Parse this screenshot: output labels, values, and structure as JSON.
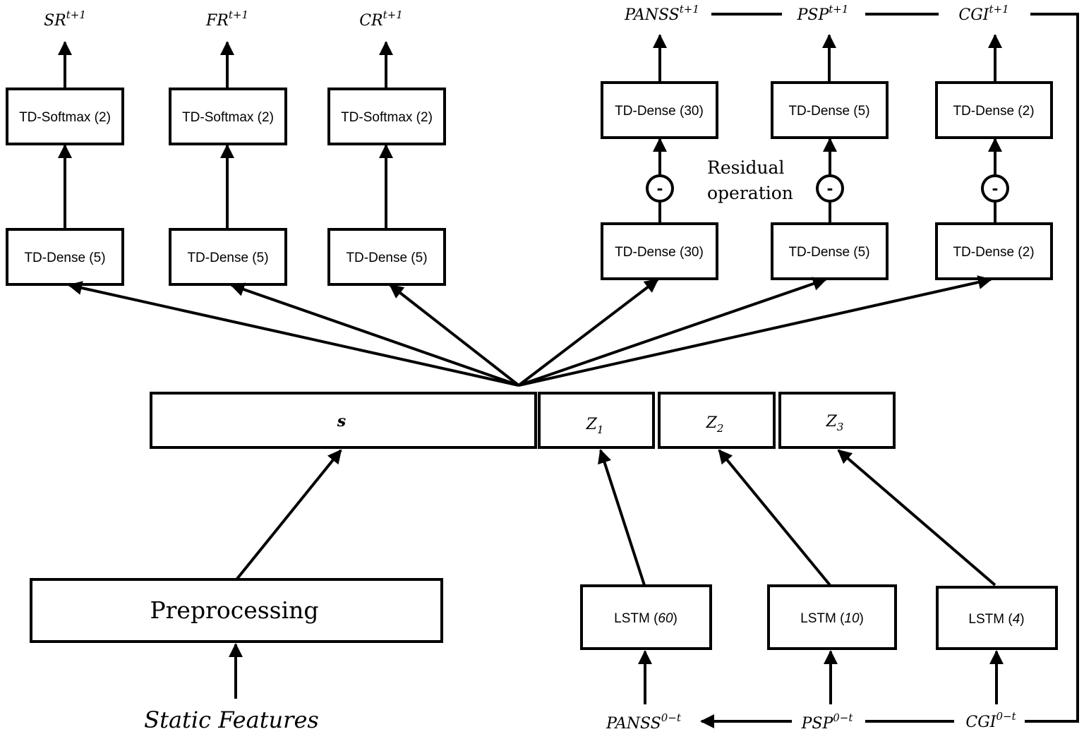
{
  "outputs": {
    "sr": {
      "base": "SR",
      "sup": "t+1"
    },
    "fr": {
      "base": "FR",
      "sup": "t+1"
    },
    "cr": {
      "base": "CR",
      "sup": "t+1"
    },
    "panss": {
      "base": "PANSS",
      "sup": "t+1"
    },
    "psp": {
      "base": "PSP",
      "sup": "t+1"
    },
    "cgi": {
      "base": "CGI",
      "sup": "t+1"
    }
  },
  "softmax_layers": [
    "TD-Softmax (2)",
    "TD-Softmax (2)",
    "TD-Softmax (2)"
  ],
  "classifier_dense_layers": [
    "TD-Dense (5)",
    "TD-Dense (5)",
    "TD-Dense (5)"
  ],
  "regressor_top_layers": [
    "TD-Dense (30)",
    "TD-Dense (5)",
    "TD-Dense (2)"
  ],
  "regressor_bottom_layers": [
    "TD-Dense (30)",
    "TD-Dense (5)",
    "TD-Dense (2)"
  ],
  "residual_label": [
    "Residual",
    "operation"
  ],
  "residual_symbol": "-",
  "concat": {
    "s": "s",
    "z1": {
      "base": "Z",
      "sub": "1"
    },
    "z2": {
      "base": "Z",
      "sub": "2"
    },
    "z3": {
      "base": "Z",
      "sub": "3"
    }
  },
  "preprocessing": "Preprocessing",
  "static_features": "Static Features",
  "lstm": [
    {
      "prefix": "LSTM (",
      "units": "60",
      "suffix": ")"
    },
    {
      "prefix": "LSTM (",
      "units": "10",
      "suffix": ")"
    },
    {
      "prefix": "LSTM (",
      "units": "4",
      "suffix": ")"
    }
  ],
  "inputs": {
    "panss": {
      "base": "PANSS",
      "sup": "0−t"
    },
    "psp": {
      "base": "PSP",
      "sup": "0−t"
    },
    "cgi": {
      "base": "CGI",
      "sup": "0−t"
    }
  }
}
